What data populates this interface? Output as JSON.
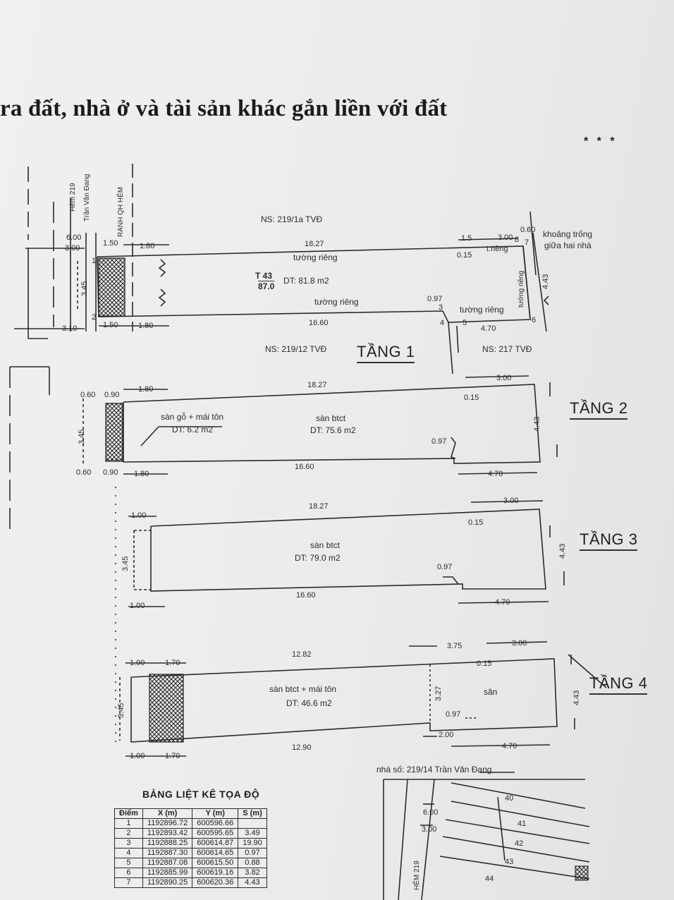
{
  "title": "ra đất, nhà ở và tài sản khác gắn liền với đất",
  "corner_mark": "* * *",
  "street": {
    "alley": "Hẻm 219",
    "road": "Trần Văn Đang",
    "zone": "RANH QH HẺM"
  },
  "floor1": {
    "label": "TẦNG 1",
    "north_neighbor": "NS: 219/1a TVĐ",
    "south_neighbor": "NS: 219/12 TVĐ",
    "east_neighbor": "NS: 217 TVĐ",
    "parcel_top": "T 43",
    "parcel_bottom": "87.0",
    "area": "DT: 81.8 m2",
    "wall_top": "tường riêng",
    "wall_mid": "tường riêng",
    "wall_right": "tường riêng",
    "wall_side": "tường riêng",
    "wall_corner": "t.riêng",
    "gap_label_1": "khoảng trống",
    "gap_label_2": "giữa hai nhà",
    "dims": {
      "d600": "6.00",
      "d300": "3.00",
      "d310": "3.10",
      "d345": "3.45",
      "d150a": "1.50",
      "d180a": "1.80",
      "d150b": "1.50",
      "d180b": "1.80",
      "d1827": "18.27",
      "d1660": "16.60",
      "d300r": "3.00",
      "d015": "0.15",
      "d060": "0.60",
      "d097": "0.97",
      "d470": "4.70",
      "d443": "4.43",
      "d15": "1.5"
    },
    "points": [
      "1",
      "2",
      "3",
      "4",
      "5",
      "6",
      "7",
      "8"
    ]
  },
  "floor2": {
    "label": "TẦNG 2",
    "area_left_name": "sàn gỗ + mái tôn",
    "area_left": "DT: 6.2 m2",
    "area_main_name": "sàn btct",
    "area_main": "DT: 75.6 m2",
    "dims": {
      "d060t": "0.60",
      "d090t": "0.90",
      "d180t": "1.80",
      "d1827": "18.27",
      "d300": "3.00",
      "d015": "0.15",
      "d345": "3.45",
      "d097": "0.97",
      "d060b": "0.60",
      "d090b": "0.90",
      "d180b": "1.80",
      "d1660": "16.60",
      "d470": "4.70",
      "d443": "4.43"
    }
  },
  "floor3": {
    "label": "TẦNG 3",
    "area_name": "sàn btct",
    "area": "DT: 79.0 m2",
    "dims": {
      "d100t": "1.00",
      "d1827": "18.27",
      "d300": "3.00",
      "d015": "0.15",
      "d345": "3.45",
      "d097": "0.97",
      "d100b": "1.00",
      "d1660": "16.60",
      "d470": "4.70",
      "d443": "4.43"
    }
  },
  "floor4": {
    "label": "TẦNG 4",
    "area_name": "sàn btct + mái tôn",
    "area": "DT: 46.6 m2",
    "yard": "sân",
    "dims": {
      "d100t": "1.00",
      "d170t": "1.70",
      "d1282": "12.82",
      "d375": "3.75",
      "d300": "3.00",
      "d015": "0.15",
      "d327": "3.27",
      "d345": "3.45",
      "d097": "0.97",
      "d200": "2.00",
      "d100b": "1.00",
      "d170b": "1.70",
      "d1290": "12.90",
      "d470": "4.70",
      "d443": "4.43"
    }
  },
  "coord_table": {
    "title": "BẢNG LIỆT KÊ TỌA ĐỘ",
    "headers": [
      "Điểm",
      "X (m)",
      "Y (m)",
      "S (m)"
    ],
    "rows": [
      [
        "1",
        "1192896.72",
        "600596.66",
        ""
      ],
      [
        "2",
        "1192893.42",
        "600595.65",
        "3.49"
      ],
      [
        "3",
        "1192888.25",
        "600614.87",
        "19.90"
      ],
      [
        "4",
        "1192887.30",
        "600614.65",
        "0.97"
      ],
      [
        "5",
        "1192887.08",
        "600615.50",
        "0.88"
      ],
      [
        "6",
        "1192885.99",
        "600619.16",
        "3.82"
      ],
      [
        "7",
        "1192890.25",
        "600620.36",
        "4.43"
      ]
    ]
  },
  "location_map": {
    "title": "nhà số: 219/14 Trần Văn Đang",
    "alley": "HẺM 219",
    "lots": [
      "40",
      "41",
      "42",
      "43",
      "44"
    ],
    "dim1": "6.00",
    "dim2": "3.00"
  }
}
